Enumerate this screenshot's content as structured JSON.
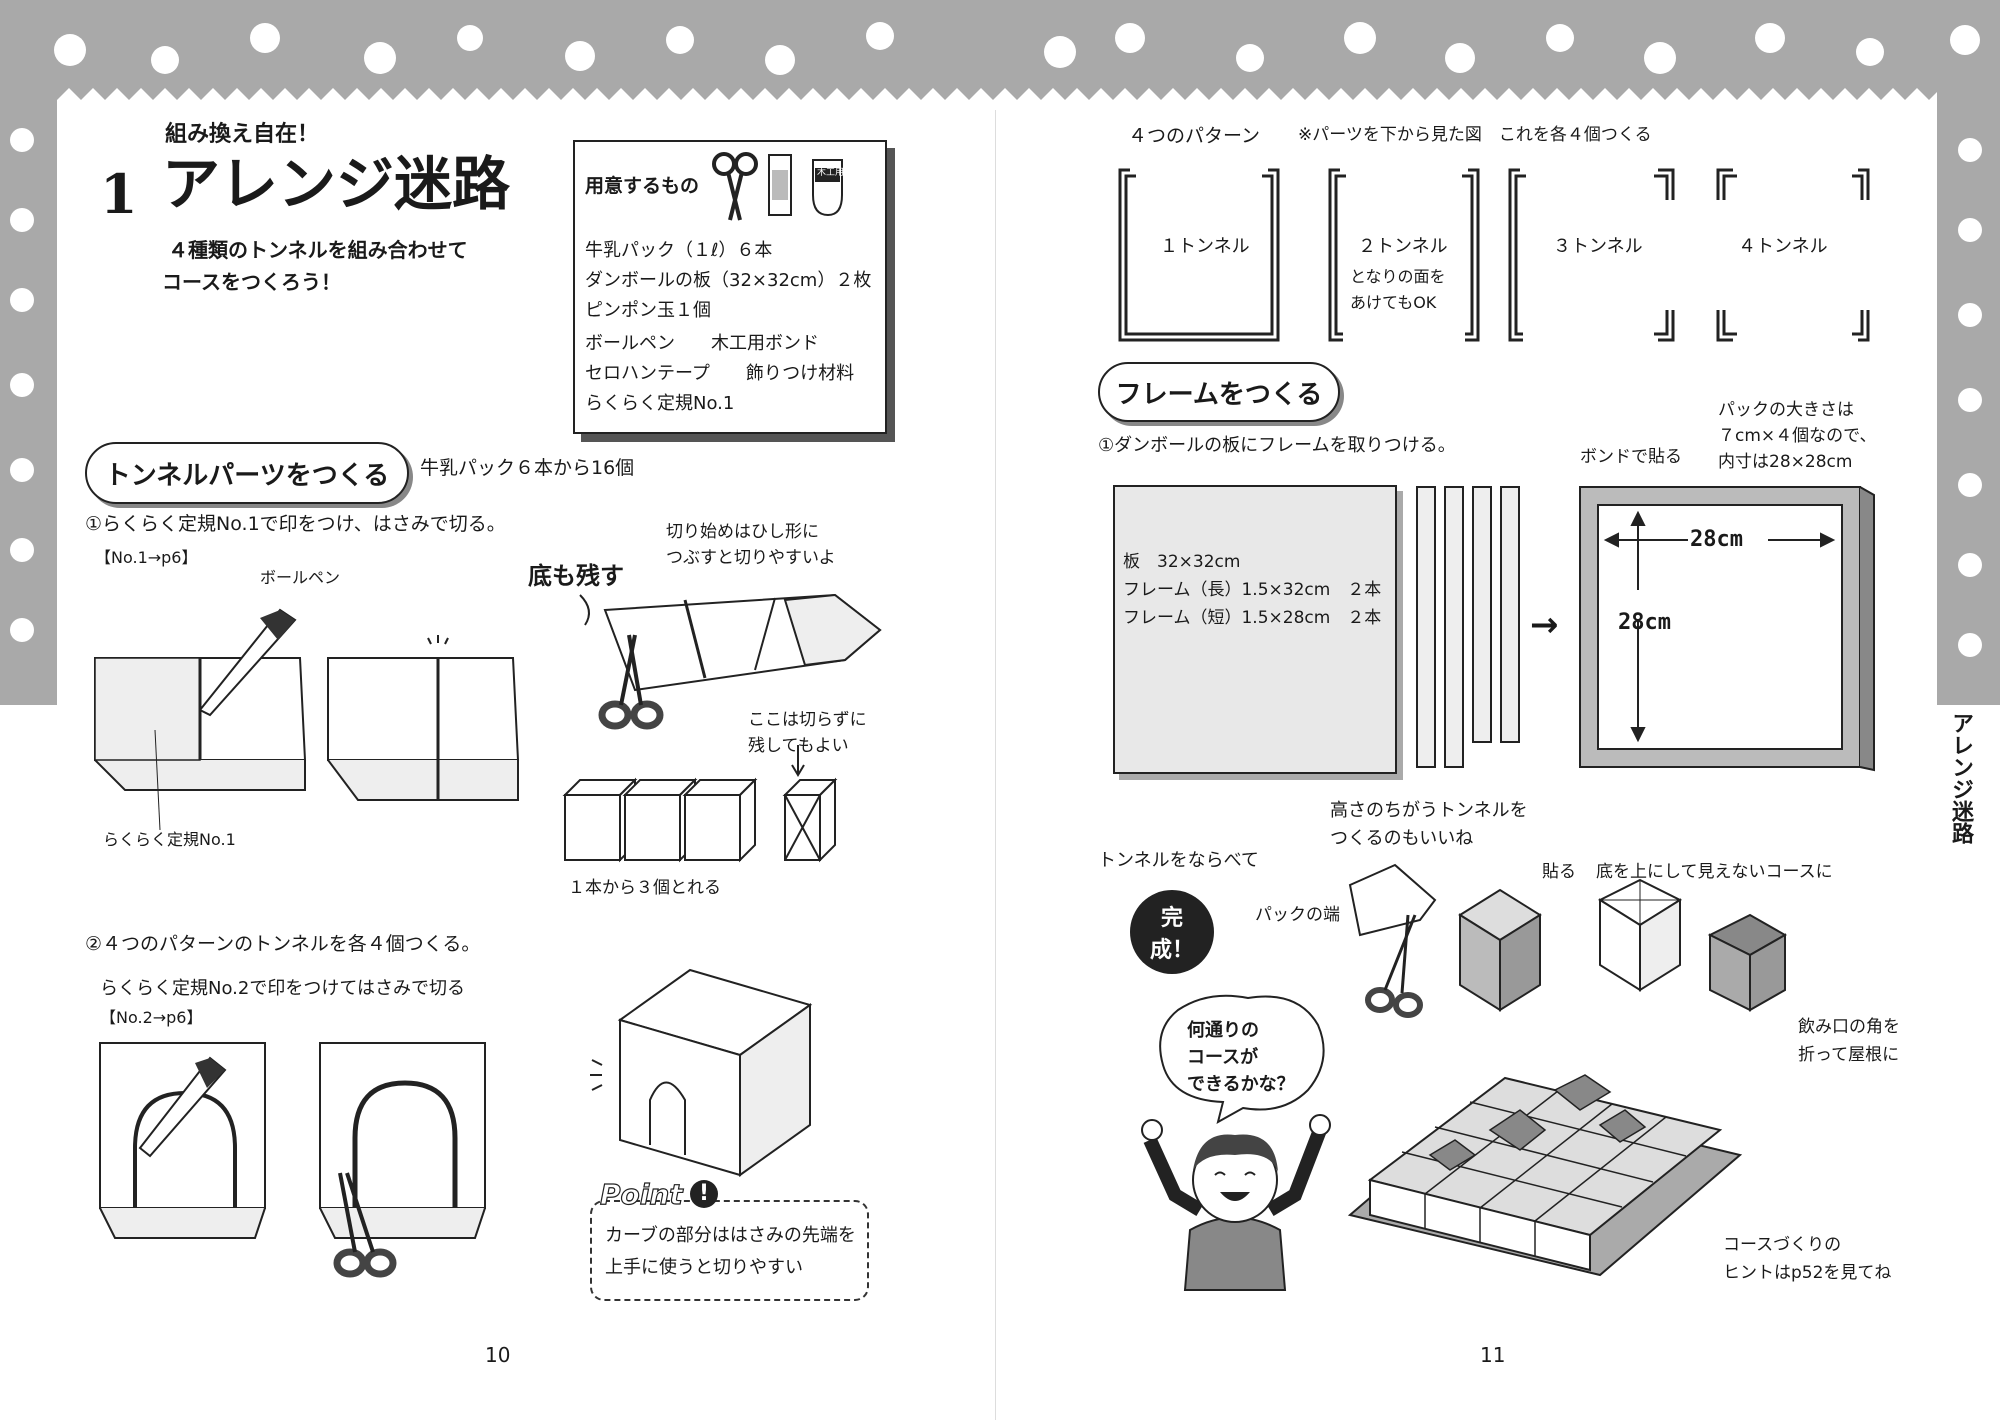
{
  "left": {
    "subtitle": "組み換え自在！",
    "number": "1",
    "title": "アレンジ迷路",
    "intro": [
      "４種類のトンネルを組み合わせて",
      "コースをつくろう！"
    ],
    "materials": {
      "heading": "用意するもの",
      "items": [
        "牛乳パック（１ℓ）６本",
        "ダンボールの板（32×32cm）２枚",
        "ピンポン玉１個",
        "ボールペン　　木工用ボンド",
        "セロハンテープ　　飾りつけ材料",
        "らくらく定規No.1"
      ],
      "glue_label": "木工用"
    },
    "section1": {
      "label": "トンネルパーツをつくる",
      "note": "牛乳パック６本から16個"
    },
    "step1": {
      "text": "①らくらく定規No.1で印をつけ、はさみで切る。",
      "ref": "【No.1→p6】"
    },
    "pen_label": "ボールペン",
    "ruler_label": "らくらく定規No.1",
    "keep_bottom": "底も残す",
    "cut_tip": [
      "切り始めはひし形に",
      "つぶすと切りやすいよ"
    ],
    "keep_note": [
      "ここは切らずに",
      "残してもよい"
    ],
    "yield_note": "１本から３個とれる",
    "step2": {
      "text": "②４つのパターンのトンネルを各４個つくる。"
    },
    "ruler2": {
      "text": "らくらく定規No.2で印をつけてはさみで切る",
      "ref": "【No.2→p6】"
    },
    "point": {
      "label": "Point",
      "lines": [
        "カーブの部分ははさみの先端を",
        "上手に使うと切りやすい"
      ]
    },
    "page_number": "10"
  },
  "right": {
    "patterns_title": "４つのパターン",
    "patterns_note": "※パーツを下から見た図　これを各４個つくる",
    "tunnels": [
      "１トンネル",
      "２トンネル",
      "３トンネル",
      "４トンネル"
    ],
    "tunnel2_note": [
      "となりの面を",
      "あけてもOK"
    ],
    "section2": {
      "label": "フレームをつくる"
    },
    "frame_step": "①ダンボールの板にフレームを取りつける。",
    "board_spec": [
      "板　32×32cm",
      "フレーム（長）1.5×32cm　２本",
      "フレーム（短）1.5×28cm　２本"
    ],
    "bond_label": "ボンドで貼る",
    "size_note": [
      "パックの大きさは",
      "７cm×４個なので、",
      "内寸は28×28cm"
    ],
    "dims": [
      "28cm",
      "28cm"
    ],
    "side_label": "アレンジ迷路",
    "diff_height": [
      "高さのちがうトンネルを",
      "つくるのもいいね"
    ],
    "line_up": "トンネルをならべて",
    "complete": "完成！",
    "pack_end": "パックの端",
    "paste": "貼る",
    "bottom_up": "底を上にして見えないコースに",
    "fold_roof": [
      "飲み口の角を",
      "折って屋根に"
    ],
    "bubble": [
      "何通りの",
      "コースが",
      "できるかな？"
    ],
    "hint": [
      "コースづくりの",
      "ヒントはp52を見てね"
    ],
    "page_number": "11"
  }
}
